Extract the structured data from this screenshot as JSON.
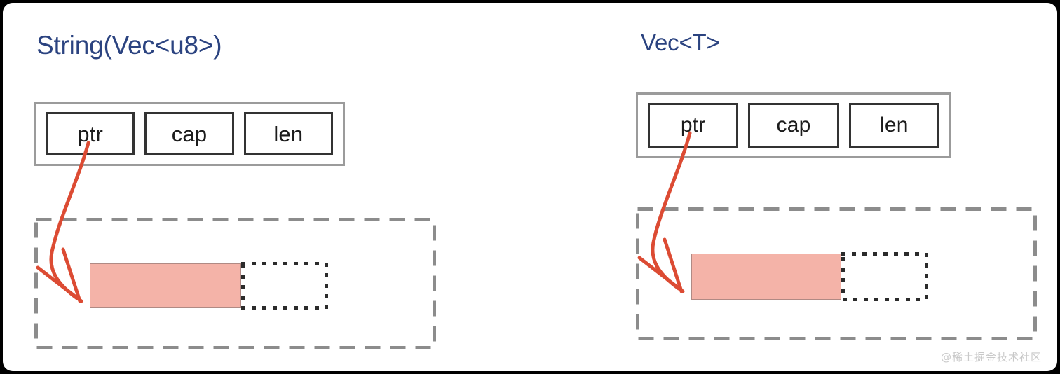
{
  "diagram": {
    "title_left": "String(Vec<u8>)",
    "title_right": "Vec<T>",
    "colors": {
      "title": "#2B4380",
      "arrow": "#DC4B33",
      "allocated_fill": "#F4B3A8",
      "struct_outer_border": "#9B9B9B",
      "struct_cell_border": "#333333",
      "heap_dashed_border": "#8C8C8C",
      "spare_dotted_border": "#2B2B2B",
      "card_background": "#FFFFFF",
      "page_background": "#000000",
      "watermark": "#C9C9C9"
    }
  },
  "panels": [
    {
      "id": "string",
      "title": "String(Vec<u8>)",
      "struct_fields": [
        {
          "label": "ptr"
        },
        {
          "label": "cap"
        },
        {
          "label": "len"
        }
      ],
      "heap": {
        "allocated_label": "",
        "spare_label": ""
      }
    },
    {
      "id": "vec",
      "title": "Vec<T>",
      "struct_fields": [
        {
          "label": "ptr"
        },
        {
          "label": "cap"
        },
        {
          "label": "len"
        }
      ],
      "heap": {
        "allocated_label": "",
        "spare_label": ""
      }
    }
  ],
  "watermark": {
    "text": "@稀土掘金技术社区"
  }
}
